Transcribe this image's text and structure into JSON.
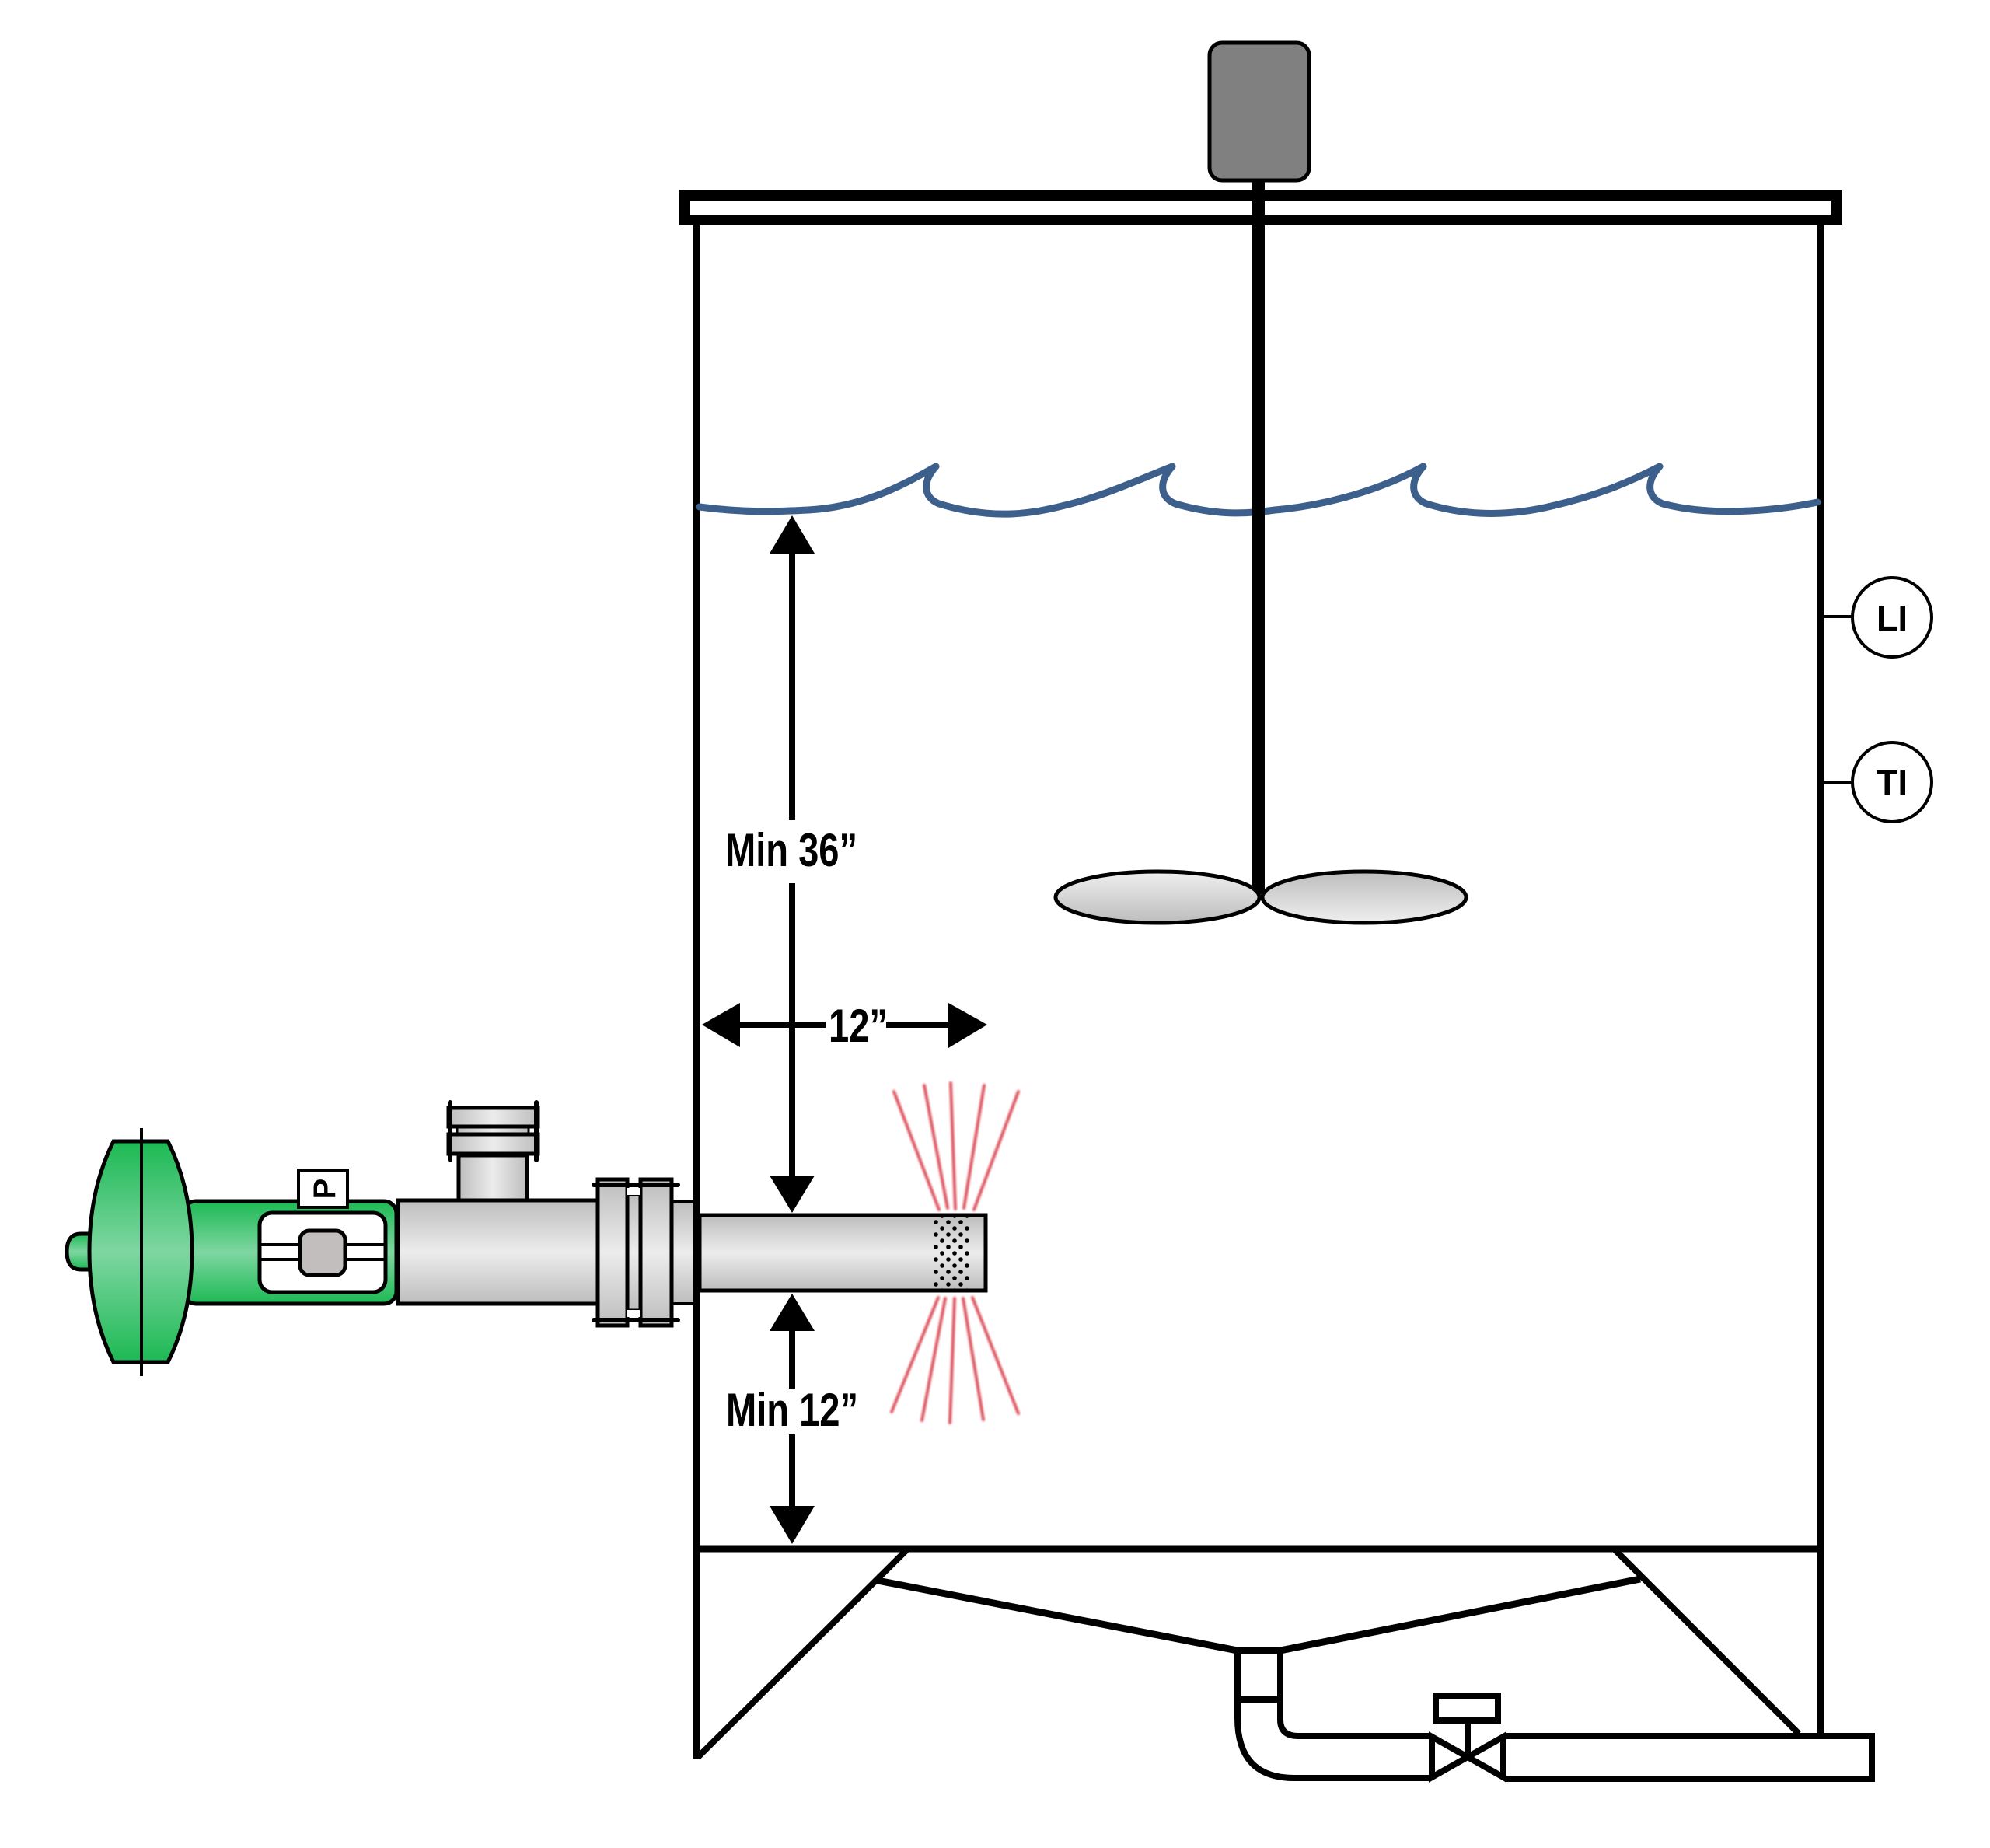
{
  "diagram": {
    "title": "Mixing tank with side-mounted eductor/sparger assembly",
    "dimensions": {
      "min_above": "Min 36”",
      "min_below": "Min 12”",
      "insertion": "12”"
    },
    "instruments": [
      {
        "tag": "LI",
        "meaning": "Level Indicator"
      },
      {
        "tag": "TI",
        "meaning": "Temperature Indicator"
      }
    ],
    "pump_label": "P",
    "components": [
      "agitator-motor",
      "tank-lid",
      "agitator-shaft",
      "impeller",
      "liquid-surface",
      "actuator",
      "inlet-tee",
      "flange-pair",
      "nozzle",
      "spray-jets",
      "cone-bottom",
      "drain-valve"
    ],
    "colors": {
      "liquid_surface": "#3d5f8c",
      "actuator_green": "#1db954",
      "actuator_green_light": "#7ed6a1",
      "motor_gray": "#808080",
      "pipe_gray": "#c0c0c0",
      "pipe_highlight": "#ececec",
      "jets_red": "#d9434f",
      "outline": "#000000"
    }
  }
}
